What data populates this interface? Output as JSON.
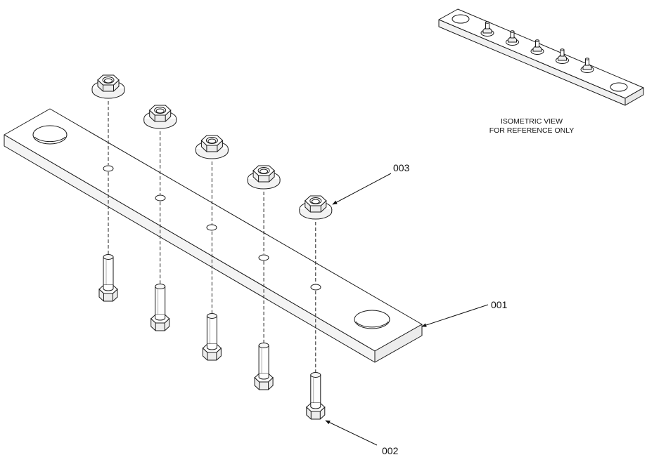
{
  "callouts": {
    "bar": "001",
    "bolt": "002",
    "nut": "003"
  },
  "reference_note": {
    "line1": "ISOMETRIC VIEW",
    "line2": "FOR REFERENCE ONLY"
  },
  "parts": {
    "fastener_count": 5
  },
  "colors": {
    "line": "#1a1a1a",
    "face_light": "#ffffff",
    "face_shade": "#f1f1f1"
  }
}
